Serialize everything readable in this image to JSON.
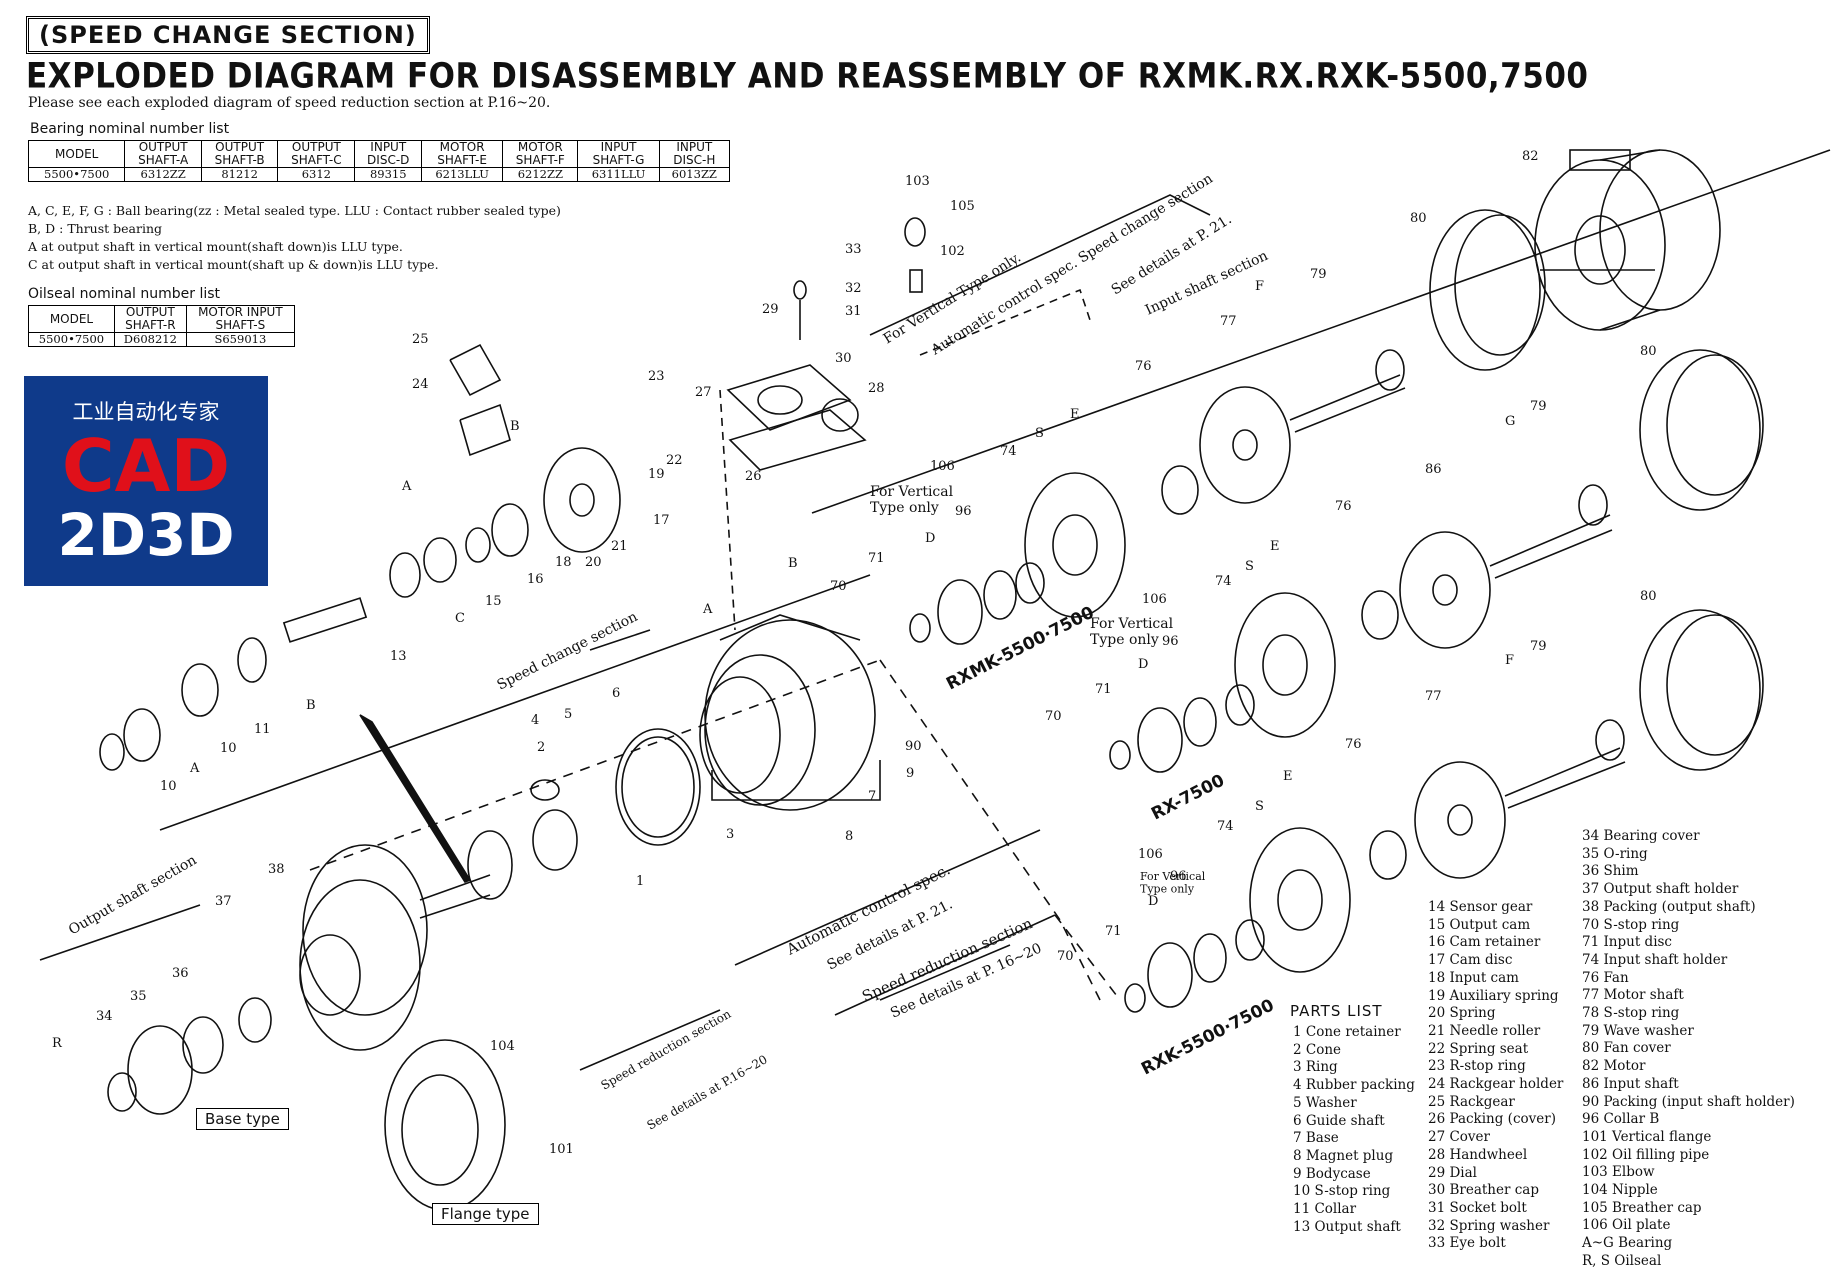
{
  "header": {
    "section_tag": "(SPEED CHANGE SECTION)",
    "title": "EXPLODED DIAGRAM FOR DISASSEMBLY AND REASSEMBLY OF RXMK.RX.RXK-5500,7500",
    "note": "Please see each exploded diagram of speed reduction section at P.16~20."
  },
  "bearing_table": {
    "title": "Bearing nominal number list",
    "headers": [
      "MODEL",
      "OUTPUT\nSHAFT-A",
      "OUTPUT\nSHAFT-B",
      "OUTPUT\nSHAFT-C",
      "INPUT\nDISC-D",
      "MOTOR\nSHAFT-E",
      "MOTOR\nSHAFT-F",
      "INPUT\nSHAFT-G",
      "INPUT\nDISC-H"
    ],
    "values": [
      "5500•7500",
      "6312ZZ",
      "81212",
      "6312",
      "89315",
      "6213LLU",
      "6212ZZ",
      "6311LLU",
      "6013ZZ"
    ],
    "notes": [
      "A, C, E, F, G : Ball bearing(zz : Metal sealed type.  LLU : Contact rubber sealed type)",
      "B, D : Thrust bearing",
      "A  at output shaft in vertical mount(shaft down)is LLU type.",
      "C  at output shaft in vertical mount(shaft up & down)is LLU type."
    ]
  },
  "oilseal_table": {
    "title": "Oilseal nominal number list",
    "headers": [
      "MODEL",
      "OUTPUT\nSHAFT-R",
      "MOTOR INPUT\nSHAFT-S"
    ],
    "values": [
      "5500•7500",
      "D608212",
      "S659013"
    ]
  },
  "watermark": {
    "cn": "工业自动化专家",
    "line1": "CAD",
    "line2": "2D3D"
  },
  "diagram_labels": {
    "for_vertical_type_only": "For Vertical Type only.",
    "auto_control_spec": "Automatic control spec. Speed change section",
    "see_p21": "See details at P. 21.",
    "input_shaft_section": "Input shaft section",
    "speed_change_section": "Speed change section",
    "output_shaft_section": "Output shaft section",
    "auto_control_spec_2": "Automatic control spec.",
    "see_p21_2": "See details at P. 21.",
    "speed_reduction_section": "Speed reduction section",
    "see_p16_20": "See details at P. 16~20",
    "speed_reduction_section_small": "Speed reduction section",
    "see_details_at_small": "See details at P.16~20",
    "for_vertical_1": "For Vertical\nType only",
    "for_vertical_2": "For Vertical\nType only",
    "for_vertical_3": "For Vertical\nType only",
    "model_rxmk": "RXMK-5500·7500",
    "model_rx": "RX-7500",
    "model_rxk": "RXK-5500·7500",
    "base_type": "Base type",
    "flange_type": "Flange type"
  },
  "callouts": [
    {
      "t": "82"
    },
    {
      "t": "80"
    },
    {
      "t": "80"
    },
    {
      "t": "80"
    },
    {
      "t": "79"
    },
    {
      "t": "79"
    },
    {
      "t": "79"
    },
    {
      "t": "77"
    },
    {
      "t": "77"
    },
    {
      "t": "76"
    },
    {
      "t": "76"
    },
    {
      "t": "76"
    },
    {
      "t": "F"
    },
    {
      "t": "F"
    },
    {
      "t": "G"
    },
    {
      "t": "E"
    },
    {
      "t": "E"
    },
    {
      "t": "E"
    },
    {
      "t": "S"
    },
    {
      "t": "S"
    },
    {
      "t": "S"
    },
    {
      "t": "86"
    },
    {
      "t": "74"
    },
    {
      "t": "74"
    },
    {
      "t": "74"
    },
    {
      "t": "106"
    },
    {
      "t": "106"
    },
    {
      "t": "106"
    },
    {
      "t": "96"
    },
    {
      "t": "96"
    },
    {
      "t": "96"
    },
    {
      "t": "D"
    },
    {
      "t": "D"
    },
    {
      "t": "D"
    },
    {
      "t": "71"
    },
    {
      "t": "71"
    },
    {
      "t": "71"
    },
    {
      "t": "70"
    },
    {
      "t": "70"
    },
    {
      "t": "70"
    },
    {
      "t": "103"
    },
    {
      "t": "105"
    },
    {
      "t": "102"
    },
    {
      "t": "33"
    },
    {
      "t": "32"
    },
    {
      "t": "31"
    },
    {
      "t": "29"
    },
    {
      "t": "30"
    },
    {
      "t": "27"
    },
    {
      "t": "28"
    },
    {
      "t": "26"
    },
    {
      "t": "25"
    },
    {
      "t": "24"
    },
    {
      "t": "B"
    },
    {
      "t": "A"
    },
    {
      "t": "23"
    },
    {
      "t": "22"
    },
    {
      "t": "19"
    },
    {
      "t": "17"
    },
    {
      "t": "21"
    },
    {
      "t": "20"
    },
    {
      "t": "18"
    },
    {
      "t": "16"
    },
    {
      "t": "15"
    },
    {
      "t": "C"
    },
    {
      "t": "13"
    },
    {
      "t": "B"
    },
    {
      "t": "11"
    },
    {
      "t": "10"
    },
    {
      "t": "10"
    },
    {
      "t": "A"
    },
    {
      "t": "B"
    },
    {
      "t": "A"
    },
    {
      "t": "6"
    },
    {
      "t": "4"
    },
    {
      "t": "5"
    },
    {
      "t": "2"
    },
    {
      "t": "1"
    },
    {
      "t": "3"
    },
    {
      "t": "9"
    },
    {
      "t": "90"
    },
    {
      "t": "7"
    },
    {
      "t": "8"
    },
    {
      "t": "38"
    },
    {
      "t": "37"
    },
    {
      "t": "36"
    },
    {
      "t": "35"
    },
    {
      "t": "34"
    },
    {
      "t": "R"
    },
    {
      "t": "104"
    },
    {
      "t": "101"
    }
  ],
  "parts_list": {
    "title": "PARTS LIST",
    "col1": [
      "1  Cone retainer",
      "2  Cone",
      "3  Ring",
      "4  Rubber packing",
      "5  Washer",
      "6  Guide shaft",
      "7  Base",
      "8  Magnet plug",
      "9  Bodycase",
      "10  S-stop ring",
      "11  Collar",
      "13  Output shaft"
    ],
    "col2": [
      "14  Sensor gear",
      "15  Output cam",
      "16  Cam retainer",
      "17  Cam disc",
      "18  Input cam",
      "19  Auxiliary spring",
      "20  Spring",
      "21  Needle roller",
      "22  Spring seat",
      "23  R-stop ring",
      "24  Rackgear holder",
      "25  Rackgear",
      "26  Packing (cover)",
      "27  Cover",
      "28  Handwheel",
      "29  Dial",
      "30  Breather cap",
      "31  Socket bolt",
      "32  Spring washer",
      "33  Eye bolt"
    ],
    "col3": [
      "34  Bearing cover",
      "35  O-ring",
      "36  Shim",
      "37  Output shaft holder",
      "38  Packing (output shaft)",
      "70  S-stop ring",
      "71  Input disc",
      "74  Input shaft holder",
      "76  Fan",
      "77  Motor shaft",
      "78  S-stop ring",
      "79  Wave washer",
      "80  Fan cover",
      "82  Motor",
      "86  Input shaft",
      "90  Packing (input shaft holder)",
      "96  Collar B",
      "101  Vertical flange",
      "102  Oil filling pipe",
      "103  Elbow",
      "104  Nipple",
      "105  Breather cap",
      "106  Oil plate",
      "A~G  Bearing",
      "R, S  Oilseal"
    ]
  }
}
